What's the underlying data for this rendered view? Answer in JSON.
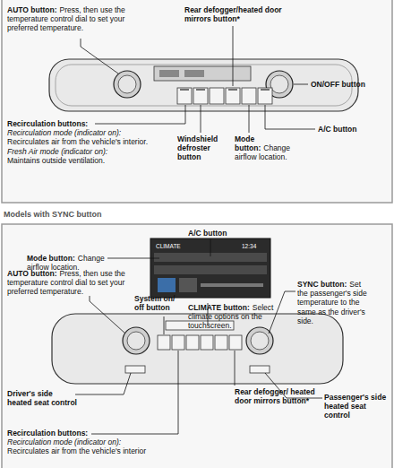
{
  "diagram": {
    "labels": [
      "AUTO button:",
      "Press, then use the temperature control dial to set your preferred temperature.",
      "Rear defogger/heated door mirrors button*",
      "ON/OFF button",
      "Recirculation buttons:",
      "Recirculation mode (indicator on):",
      "Recirculates air from the vehicle's interior.",
      "Fresh Air mode (indicator on):",
      "Maintains outside ventilation.",
      "A/C button",
      "Windshield defroster button",
      "Mode button:",
      "Change airflow location.",
      "Models with SYNC button",
      "A/C button",
      "Mode button:",
      "Change airflow location.",
      "AUTO button:",
      "Press, then use the temperature control dial to set your preferred temperature.",
      "System on/ off button",
      "CLIMATE button:",
      "Select climate options on the touchscreen.",
      "SYNC button:",
      "Set the passenger's side temperature to the same as the driver's side.",
      "Driver's side heated seat control",
      "Passenger's side heated seat control",
      "Rear defogger/ heated door mirrors button*",
      "Recirculation buttons:",
      "Recirculation mode (indicator on):",
      "Recirculates air from the vehicle's interior",
      "CLIMATE",
      "12:34"
    ]
  }
}
